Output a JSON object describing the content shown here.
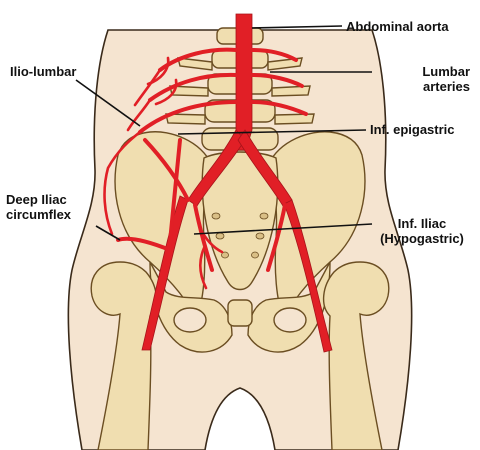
{
  "colors": {
    "skin": "#f5e4d0",
    "skin_outline": "#3a2a1a",
    "bone": "#f0deb0",
    "bone_shadow": "#d9bf86",
    "bone_outline": "#6b4e22",
    "artery": "#e11f26",
    "artery_dark": "#a8141a",
    "leader": "#111111"
  },
  "labels": {
    "abdominal_aorta": "Abdominal aorta",
    "lumbar_arteries_line1": "Lumbar",
    "lumbar_arteries_line2": "arteries",
    "inf_epigastric": "Inf. epigastric",
    "ilio_lumbar": "Ilio-lumbar",
    "deep_iliac_line1": "Deep Iliac",
    "deep_iliac_line2": "circumflex",
    "inf_iliac_line1": "Inf. Iliac",
    "inf_iliac_line2": "(Hypogastric)"
  }
}
